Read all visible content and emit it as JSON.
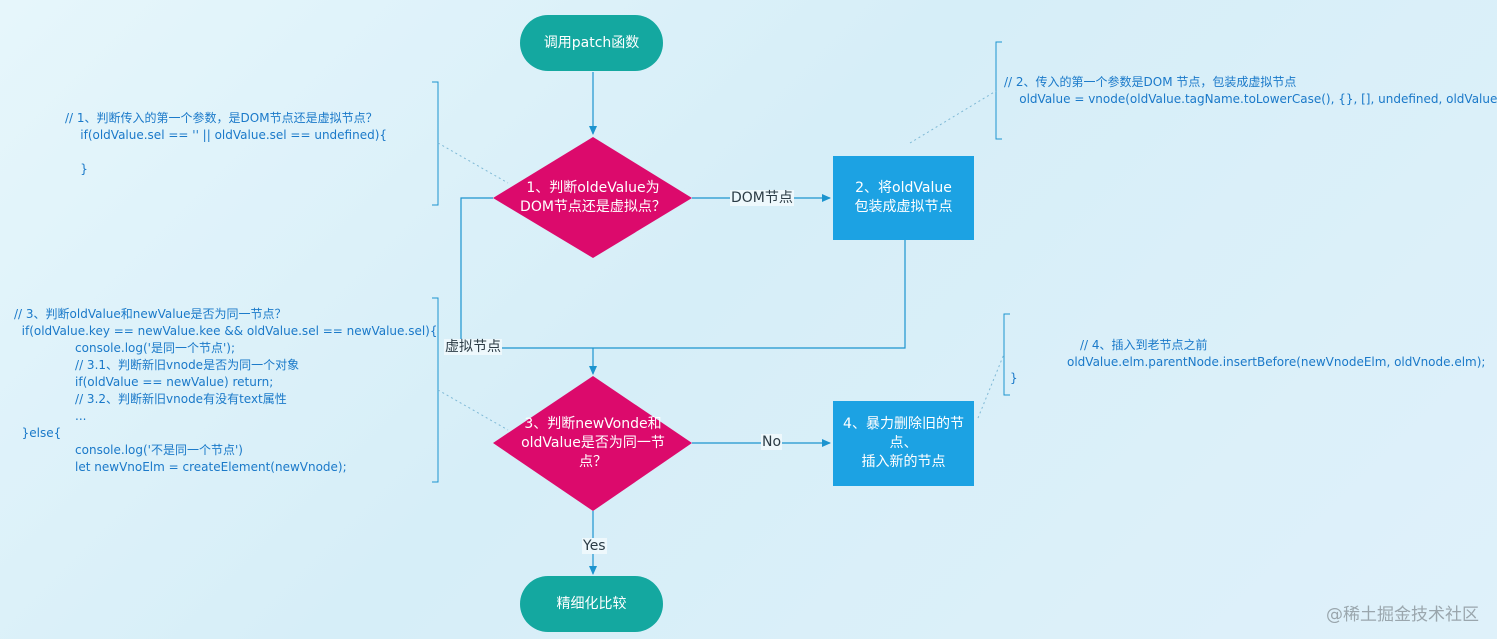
{
  "colors": {
    "terminal": "#14a8a0",
    "decision": "#dc0a6c",
    "process": "#1ca2e3",
    "connector": "#1c94cf",
    "code": "#1a79c9"
  },
  "nodes": {
    "start": "调用patch函数",
    "decision1": "1、判断oldeValue为\nDOM节点还是虚拟点？",
    "process2": "2、将oldValue\n包装成虚拟节点",
    "decision3": "3、判断newVonde和\noldValue是否为同一节\n点？",
    "process4": "4、暴力删除旧的节\n点、\n插入新的节点",
    "end": "精细化比较"
  },
  "edge_labels": {
    "dom_node": "DOM节点",
    "virtual_node": "虚拟节点",
    "no": "No",
    "yes": "Yes"
  },
  "annotations": {
    "note1": "// 1、判断传入的第一个参数，是DOM节点还是虚拟节点？\n    if(oldValue.sel == '' || oldValue.sel == undefined){\n\n    }",
    "note2": "// 2、传入的第一个参数是DOM 节点，包装成虚拟节点\n    oldValue = vnode(oldValue.tagName.toLowerCase(), {}, [], undefined, oldValue);",
    "note3": "// 3、判断oldValue和newValue是否为同一节点？\n  if(oldValue.key == newValue.kee && oldValue.sel == newValue.sel){\n                console.log('是同一个节点');\n                // 3.1、判断新旧vnode是否为同一个对象\n                if(oldValue == newValue) return;\n                // 3.2、判断新旧vnode有没有text属性\n                ...\n  }else{\n                console.log('不是同一个节点')\n                let newVnoElm = createElement(newVnode);",
    "note4_line1": "// 4、插入到老节点之前",
    "note4_line2": "oldValue.elm.parentNode.insertBefore(newVnodeElm, oldVnode.elm);",
    "note4_brace": "}"
  },
  "watermark": "@稀土掘金技术社区"
}
